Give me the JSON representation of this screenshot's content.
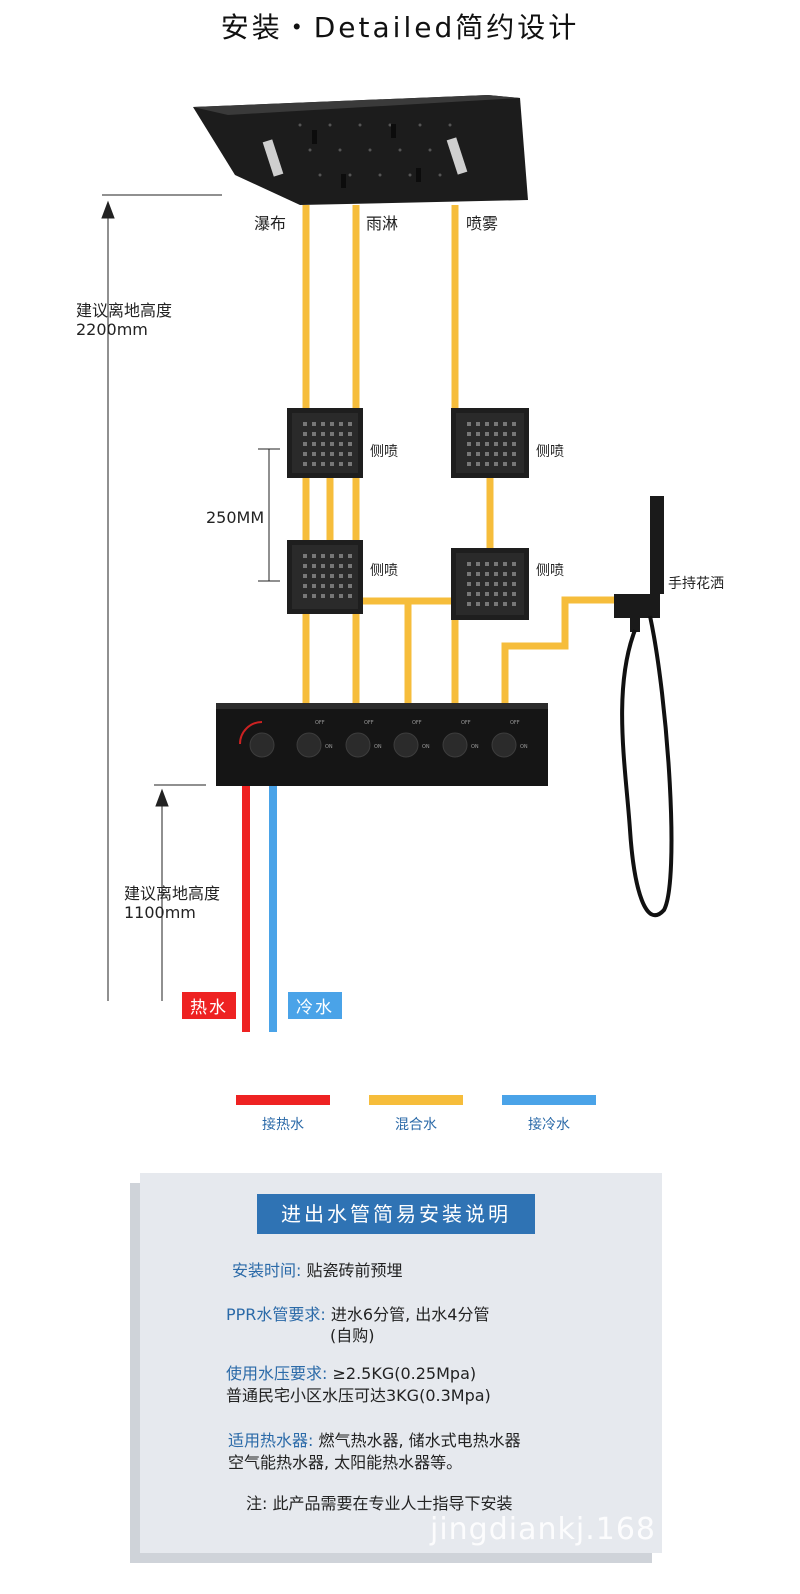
{
  "title": "安装・Detailed简约设计",
  "outlets": {
    "waterfall": "瀑布",
    "rain": "雨淋",
    "mist": "喷雾"
  },
  "side_spray": "侧喷",
  "handheld": "手持花洒",
  "height_top": {
    "line1": "建议离地高度",
    "line2": "2200mm"
  },
  "height_bottom": {
    "line1": "建议离地高度",
    "line2": "1100mm"
  },
  "spacing": "250MM",
  "hot_tag": "热水",
  "cold_tag": "冷水",
  "valve_labels": {
    "off": "OFF",
    "on": "ON"
  },
  "colors": {
    "hot": "#ee2222",
    "mixed": "#f6bd3b",
    "cold": "#4aa3e8",
    "panel_head": "#2f73b4"
  },
  "legend": [
    {
      "label": "接热水",
      "color": "#ee2222"
    },
    {
      "label": "混合水",
      "color": "#f6bd3b"
    },
    {
      "label": "接冷水",
      "color": "#4aa3e8"
    }
  ],
  "instructions": {
    "heading": "进出水管简易安装说明",
    "time_label": "安装时间:",
    "time_value": "贴瓷砖前预埋",
    "ppr_label": "PPR水管要求:",
    "ppr_value": "进水6分管, 出水4分管",
    "ppr_note": "(自购)",
    "pressure_label": "使用水压要求:",
    "pressure_value": "≥2.5KG(0.25Mpa)",
    "pressure_note": "普通民宅小区水压可达3KG(0.3Mpa)",
    "heater_label": "适用热水器:",
    "heater_value": "燃气热水器, 储水式电热水器",
    "heater_note": "空气能热水器, 太阳能热水器等。",
    "warning": "注: 此产品需要在专业人士指导下安装"
  },
  "watermark": "jingdiankj.168"
}
